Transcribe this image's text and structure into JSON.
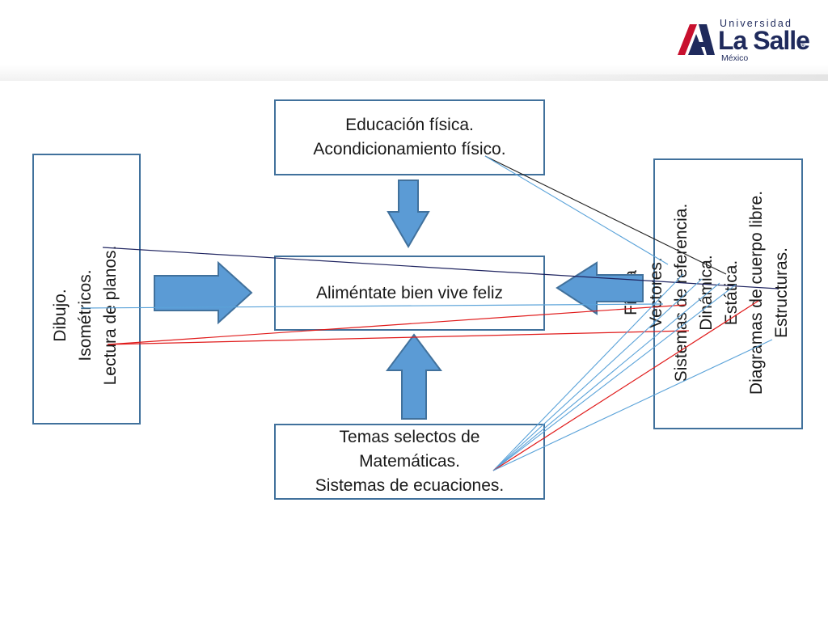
{
  "logo": {
    "top": "Universidad",
    "main": "La Salle",
    "registered": "®",
    "sub": "México",
    "colors": {
      "navy": "#1f2a5c",
      "red": "#c8102e"
    }
  },
  "center_box": {
    "text": "Aliméntate bien vive feliz"
  },
  "top_box": {
    "lines": [
      "Educación física.",
      "Acondicionamiento físico."
    ]
  },
  "bottom_box": {
    "lines": [
      "Temas selectos de",
      "Matemáticas.",
      "Sistemas de ecuaciones."
    ]
  },
  "left_box": {
    "lines": [
      "Dibujo.",
      "Isométricos.",
      "Lectura de planos."
    ]
  },
  "right_box": {
    "lines": [
      "Física",
      "Vectores.",
      "Sistemas de referencia.",
      "Dinámica.",
      "Estática.",
      "Diagramas de cuerpo libre.",
      "Estructuras."
    ]
  },
  "colors": {
    "box_border": "#41719c",
    "arrow_fill": "#5b9bd5",
    "arrow_stroke": "#41719c",
    "line_blue": "#5ba3d9",
    "line_red": "#e01b1b",
    "line_navy": "#1f2460",
    "line_black": "#222222"
  }
}
